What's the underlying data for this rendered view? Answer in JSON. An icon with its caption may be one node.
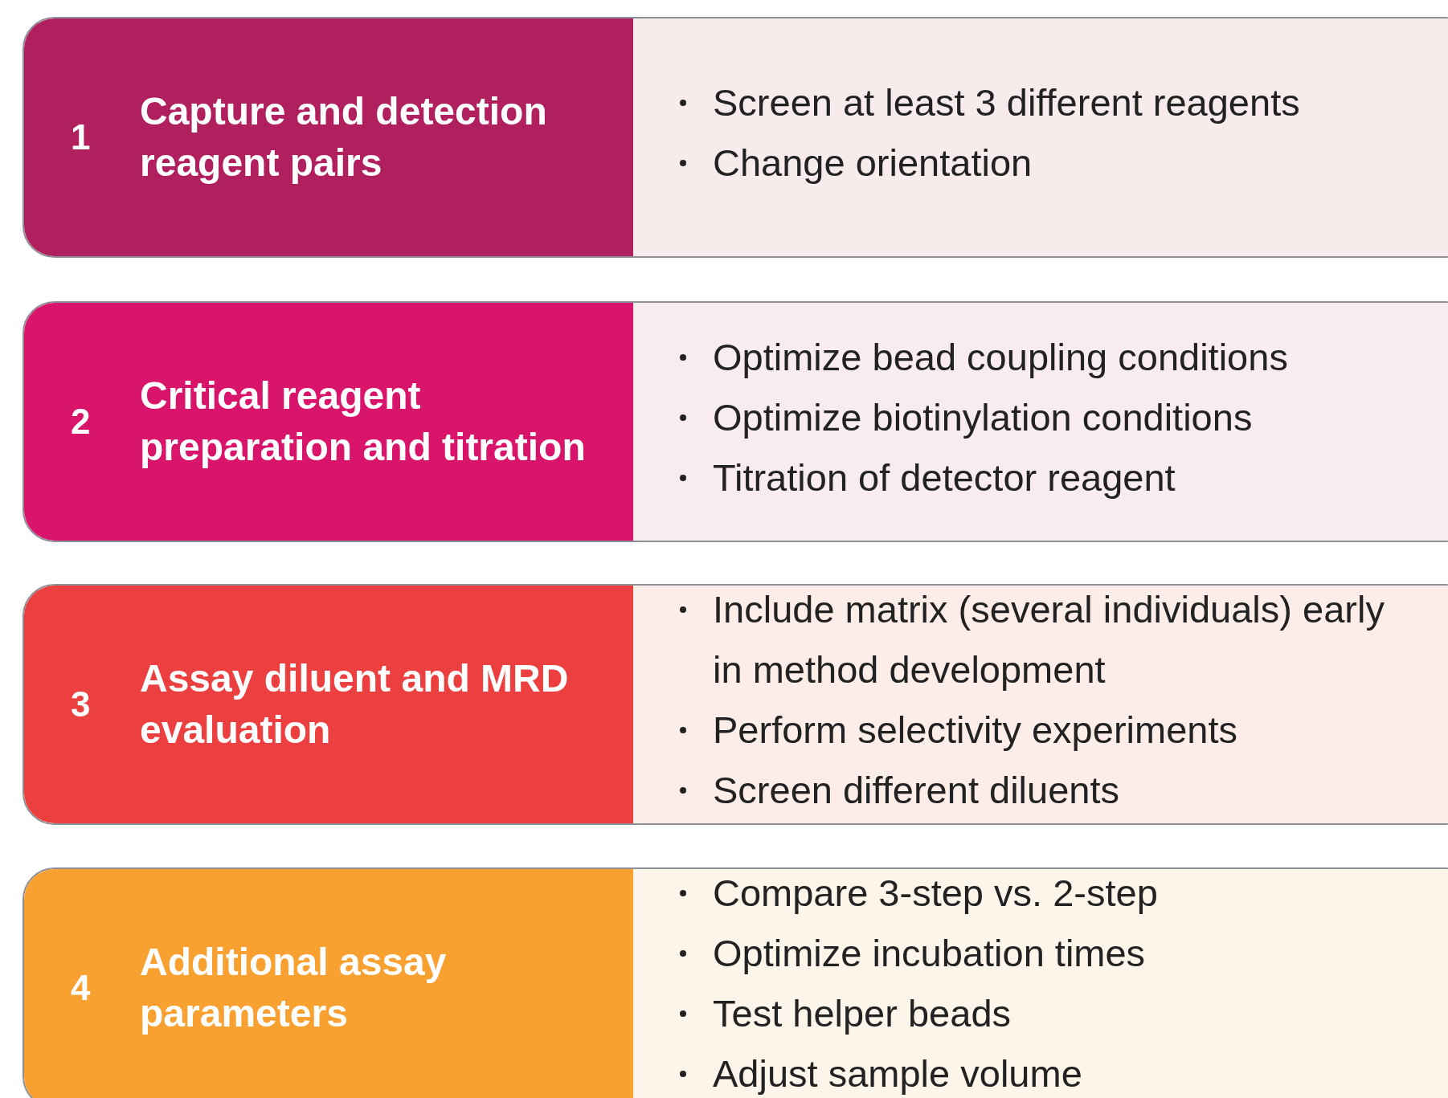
{
  "diagram": {
    "nodes": [
      {
        "text": [
          "1",
          "Capture and detection reagent pairs",
          "Screen at least 3 different reagents",
          "Change orientation"
        ]
      },
      {
        "text": [
          "2",
          "Critical reagent preparation and titration",
          "Optimize bead coupling conditions",
          "Optimize biotinylation conditions",
          "Titration of detector reagent"
        ]
      },
      {
        "text": [
          "3",
          "Assay diluent and MRD evaluation",
          "Include matrix (several individuals) early in method development",
          "Perform selectivity experiments",
          "Screen different diluents"
        ]
      },
      {
        "text": [
          "4",
          "Additional assay parameters",
          "Compare 3-step vs. 2-step",
          "Optimize incubation times",
          "Test helper beads",
          "Adjust sample volume"
        ]
      }
    ]
  }
}
